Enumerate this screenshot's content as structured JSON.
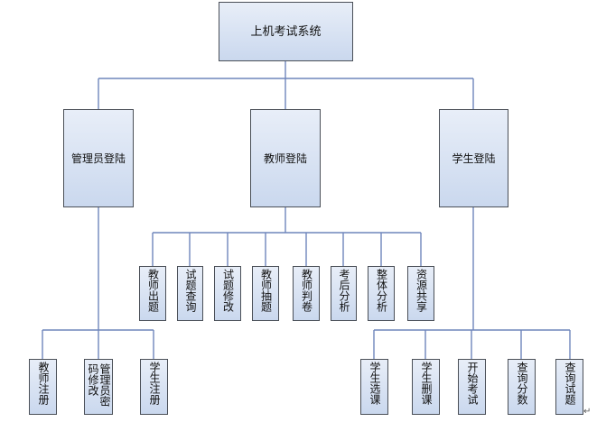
{
  "root": {
    "label": "上机考试系统"
  },
  "level1": {
    "admin": {
      "label": "管理员登陆"
    },
    "teacher": {
      "label": "教师登陆"
    },
    "student": {
      "label": "学生登陆"
    }
  },
  "teacher_children": [
    {
      "label": "教师出题"
    },
    {
      "label": "试题查询"
    },
    {
      "label": "试题修改"
    },
    {
      "label": "教师抽题"
    },
    {
      "label": "教师判卷"
    },
    {
      "label": "考后分析"
    },
    {
      "label": "整体分析"
    },
    {
      "label": "资源共享"
    }
  ],
  "admin_children": [
    {
      "label": "教师注册"
    },
    {
      "label": "管理员密码修改"
    },
    {
      "label": "学生注册"
    }
  ],
  "student_children": [
    {
      "label": "学生选课"
    },
    {
      "label": "学生删课"
    },
    {
      "label": "开始考试"
    },
    {
      "label": "查询分数"
    },
    {
      "label": "查询试题"
    }
  ],
  "colors": {
    "connector": "#6f86bc",
    "box_border": "#4a4f57",
    "box_fill_top": "#e8eef8",
    "box_fill_bottom": "#cad8ee"
  },
  "decor": {
    "paragraph_mark": "↵"
  }
}
